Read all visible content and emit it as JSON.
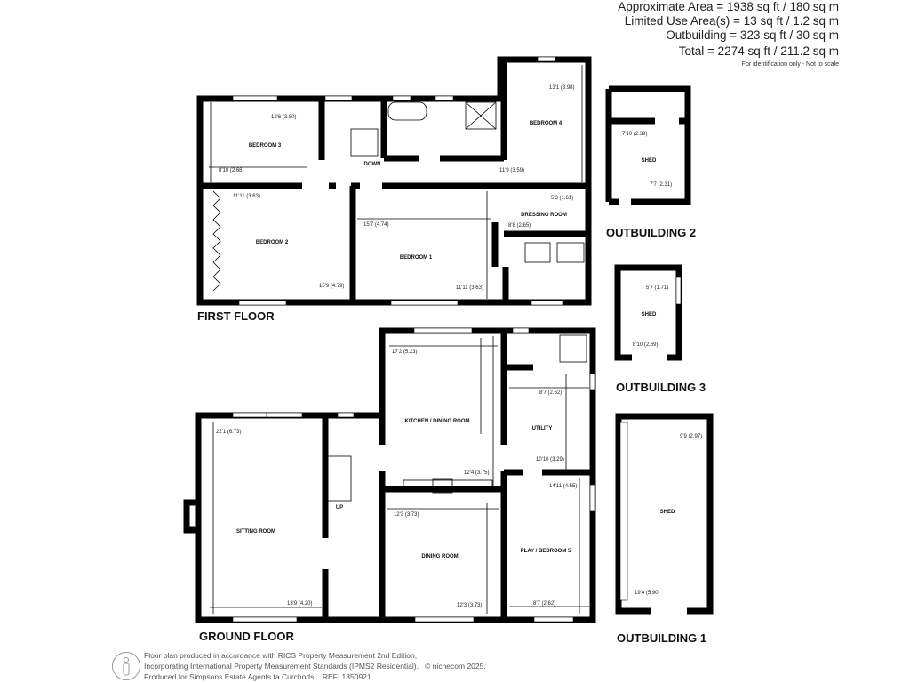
{
  "areas": {
    "approximate": "Approximate Area = 1938 sq ft / 180 sq m",
    "limited_use": "Limited Use Area(s) = 13 sq ft / 1.2 sq m",
    "outbuilding": "Outbuilding = 323 sq ft / 30 sq m",
    "total": "Total = 2274 sq ft / 211.2 sq m",
    "note": "For identification only - Not to scale"
  },
  "first_floor": {
    "title": "FIRST FLOOR",
    "stairs": "DOWN",
    "rooms": [
      {
        "name": "BEDROOM 3",
        "dims": [
          "12'6 (3.80)",
          "8'10 (2.68)"
        ]
      },
      {
        "name": "BEDROOM 4",
        "dims": [
          "13'1 (3.98)",
          "11'9 (3.59)"
        ]
      },
      {
        "name": "BEDROOM 2",
        "dims": [
          "11'11 (3.63)",
          "15'9 (4.79)"
        ]
      },
      {
        "name": "BEDROOM 1",
        "dims": [
          "15'7 (4.74)",
          "11'11 (3.63)"
        ]
      },
      {
        "name": "DRESSING ROOM",
        "dims": [
          "5'3 (1.61)",
          "8'8 (2.65)"
        ]
      }
    ]
  },
  "ground_floor": {
    "title": "GROUND FLOOR",
    "stairs": "UP",
    "rooms": [
      {
        "name": "SITTING ROOM",
        "dims": [
          "22'1 (6.73)",
          "13'9 (4.20)"
        ]
      },
      {
        "name": "KITCHEN / DINING ROOM",
        "dims": [
          "17'2 (5.23)",
          "12'4 (3.75)"
        ]
      },
      {
        "name": "UTILITY",
        "dims": [
          "8'7 (2.62)",
          "10'10 (3.29)"
        ]
      },
      {
        "name": "DINING ROOM",
        "dims": [
          "12'3 (3.73)",
          "12'3 (3.73)"
        ]
      },
      {
        "name": "PLAY / BEDROOM 5",
        "dims": [
          "14'11 (4.55)",
          "8'7 (2.62)"
        ]
      }
    ]
  },
  "outbuildings": [
    {
      "title": "OUTBUILDING 2",
      "name": "SHED",
      "dims": [
        "7'10 (2.39)",
        "7'7 (2.31)"
      ]
    },
    {
      "title": "OUTBUILDING 3",
      "name": "SHED",
      "dims": [
        "5'7 (1.71)",
        "8'10 (2.69)"
      ]
    },
    {
      "title": "OUTBUILDING 1",
      "name": "SHED",
      "dims": [
        "9'9 (2.97)",
        "19'4 (5.90)"
      ]
    }
  ],
  "footer": {
    "line1": "Floor plan produced in accordance with RICS Property Measurement 2nd Edition,",
    "line2": "Incorporating International Property Measurement Standards (IPMS2 Residential).",
    "copyright": "© nichecom 2025.",
    "line3": "Produced for Simpsons Estate Agents ta Curchods.",
    "ref": "REF:  1350921",
    "logo_icon": "person-outline-icon"
  }
}
